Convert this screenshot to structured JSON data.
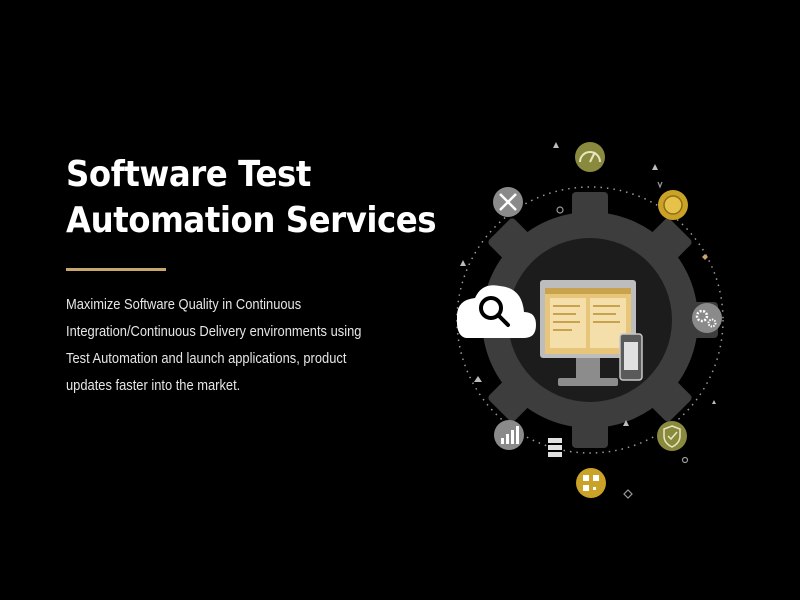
{
  "hero": {
    "title_line1": "Software Test",
    "title_line2": "Automation Services",
    "description_lines": [
      "Maximize Software Quality in Continuous",
      "Integration/Continuous Delivery environments using",
      "Test Automation and launch applications, product",
      "updates faster into the market."
    ]
  },
  "colors": {
    "background": "#000000",
    "accent_gold": "#c8a66e",
    "olive": "#8a8a3e",
    "gear": "#3d3d3d",
    "screen": "#e8c679"
  },
  "icons": [
    "speedometer-icon",
    "coin-icon",
    "gears-icon",
    "shield-check-icon",
    "qr-code-icon",
    "bar-chart-icon",
    "wrench-screwdriver-icon",
    "search-icon",
    "cloud-icon",
    "monitor-icon",
    "phone-icon",
    "server-icon"
  ]
}
